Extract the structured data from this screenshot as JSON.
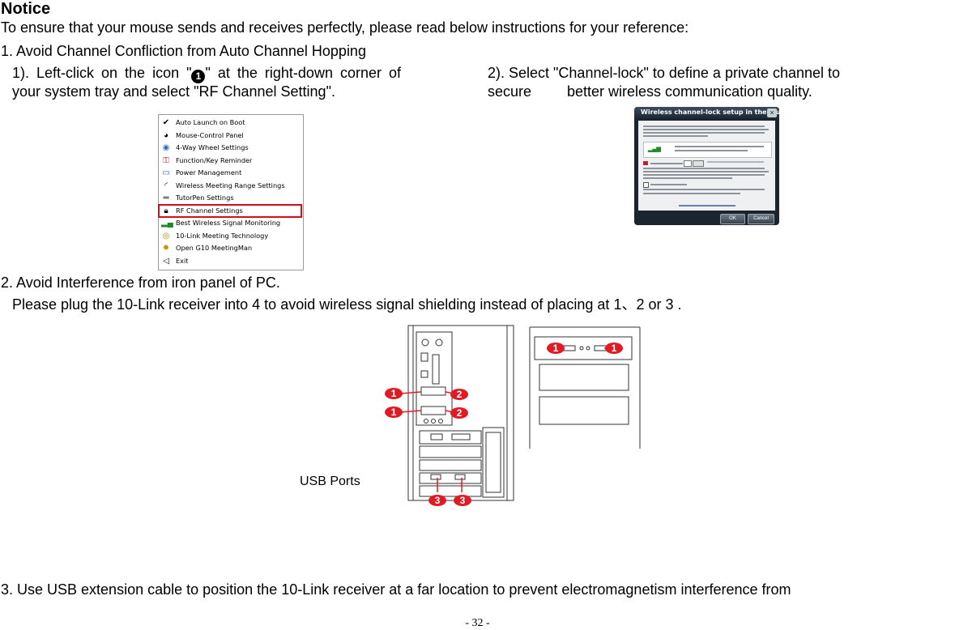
{
  "heading": "Notice",
  "intro": "To ensure that your mouse sends and receives perfectly, please read below instructions for your reference:",
  "section1": {
    "title": "1. Avoid Channel Confliction from Auto Channel Hopping",
    "step1_line1_pre": "1). Left-click on the icon \"",
    "step1_icon_num": "1",
    "step1_line1_post": "\" at the right-down corner of",
    "step1_line2": "your system tray and select \"RF Channel Setting\".",
    "step2_line1": "2). Select \"Channel-lock\" to define a private channel to",
    "step2_line2a": "secure",
    "step2_line2b": "better wireless communication quality."
  },
  "menu": {
    "items": [
      {
        "label": "Auto Launch on Boot",
        "icon": "check-icon"
      },
      {
        "label": "Mouse-Control Panel",
        "icon": "mouse-icon"
      },
      {
        "label": "4-Way Wheel Settings",
        "icon": "wheel-icon"
      },
      {
        "label": "Function/Key Reminder",
        "icon": "key-icon"
      },
      {
        "label": "Power Management",
        "icon": "battery-icon"
      },
      {
        "label": "Wireless Meeting Range Settings",
        "icon": "signal-arc-icon"
      },
      {
        "label": "TutorPen Settings",
        "icon": "pen-icon"
      },
      {
        "label": "RF Channel Settings",
        "icon": "lock-icon"
      },
      {
        "label": "Best Wireless Signal Monitoring",
        "icon": "signal-bars-icon"
      },
      {
        "label": "10-Link Meeting Technology",
        "icon": "link-icon"
      },
      {
        "label": "Open G10 MeetingMan",
        "icon": "sun-icon"
      },
      {
        "label": "Exit",
        "icon": "exit-icon"
      }
    ],
    "selected_index": 7,
    "highlight_color": "#d0101e"
  },
  "dialog": {
    "title": "Wireless channel-lock setup in the multiple users :",
    "close": "×",
    "ok": "OK",
    "cancel": "Cancel"
  },
  "section2": {
    "title": "2. Avoid Interference from iron panel of PC.",
    "instruction": "Please plug the 10-Link receiver into 4 to avoid wireless signal shielding instead of placing at 1、2 or 3 .",
    "usb_ports_label": "USB  Ports",
    "markers": [
      "1",
      "1",
      "2",
      "2",
      "1",
      "1",
      "3",
      "3"
    ],
    "marker_color": "#e01b24"
  },
  "section3": {
    "text": "3. Use USB extension cable to position the 10-Link receiver at a far location to prevent electromagnetism interference from"
  },
  "page_number": "- 32 -"
}
